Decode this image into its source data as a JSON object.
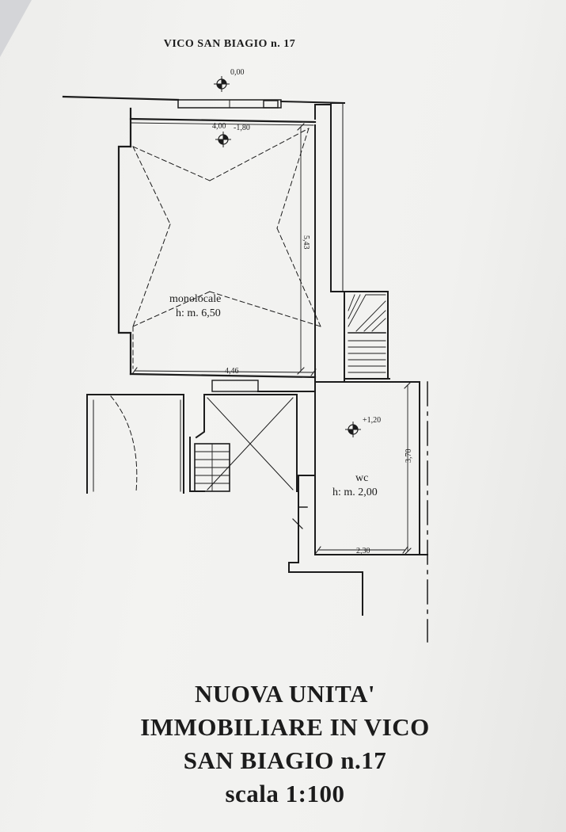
{
  "street_label": "VICO SAN BIAGIO n. 17",
  "levels": {
    "street": "0,00",
    "upper": "-1,80",
    "wc": "+1,20"
  },
  "dimensions": {
    "top_width": "4,00",
    "main_height": "5,43",
    "main_width": "4,46",
    "wc_height": "3,70",
    "wc_width": "2,30"
  },
  "rooms": {
    "main_name": "monolocale",
    "main_height": "h: m. 6,50",
    "wc_name": "wc",
    "wc_height": "h: m. 2,00"
  },
  "title_lines": [
    "NUOVA UNITA'",
    "IMMOBILIARE IN VICO",
    "SAN BIAGIO n.17",
    "scala 1:100"
  ]
}
